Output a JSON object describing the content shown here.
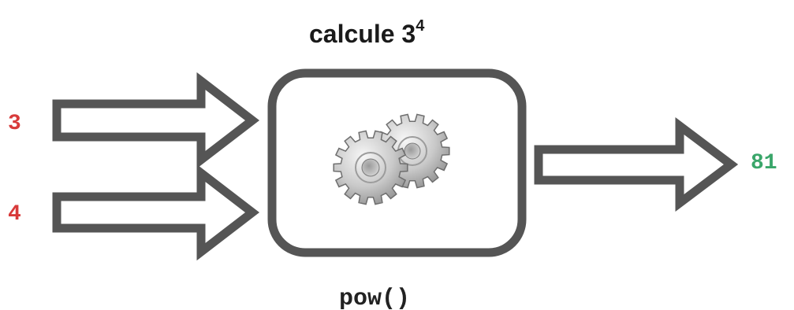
{
  "title": {
    "prefix": "calcule ",
    "base": "3",
    "exponent": "4"
  },
  "inputs": [
    {
      "value": "3",
      "color": "#d83a3a"
    },
    {
      "value": "4",
      "color": "#d83a3a"
    }
  ],
  "output": {
    "value": "81",
    "color": "#3aa66a"
  },
  "function": {
    "label": "pow()",
    "icon": "gears-icon"
  },
  "colors": {
    "arrow_stroke": "#555555",
    "box_stroke": "#555555"
  }
}
